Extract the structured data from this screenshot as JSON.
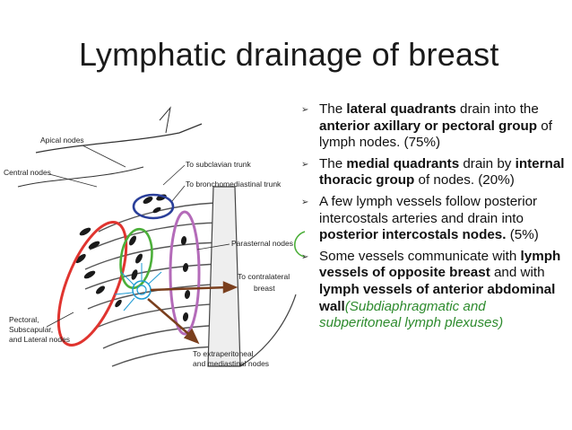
{
  "title": "Lymphatic drainage of breast",
  "colors": {
    "red": "#e0342f",
    "green": "#4caf3a",
    "blue": "#2a3f9a",
    "purple": "#b46bb9",
    "brown": "#7a3f1d",
    "green_text": "#2e8b2e"
  },
  "diagram": {
    "labels": {
      "apical": "Apical nodes",
      "central": "Central nodes",
      "subclavian": "To subclavian trunk",
      "bronchomediastinal": "To bronchomediastinal trunk",
      "parasternal": "Parasternal nodes",
      "contralateral_1": "To contralateral",
      "contralateral_2": "breast",
      "pectoral_1": "Pectoral,",
      "pectoral_2": "Subscapular,",
      "pectoral_3": "and Lateral nodes",
      "extraperitoneal_1": "To extraperitoneal",
      "extraperitoneal_2": "and mediastinal nodes"
    }
  },
  "bullet_marker": "➢",
  "bullets": [
    {
      "t1": "The ",
      "b1": "lateral quadrants",
      "t2": " drain into the ",
      "b2": "anterior axillary or pectoral group",
      "t3": " of lymph nodes. (75%)"
    },
    {
      "t1": "The ",
      "b1": "medial quadrants",
      "t2": " drain by ",
      "b2": "internal thoracic group",
      "t3": " of nodes. (20%)"
    },
    {
      "t1": "A few lymph vessels follow posterior intercostals arteries and drain into ",
      "b1": "posterior intercostals nodes.",
      "t2": " (5%)"
    },
    {
      "t1": "Some vessels communicate with ",
      "b1": "lymph vessels of opposite breast",
      "t2": " and with ",
      "b2": "lymph vessels of anterior abdominal wall",
      "g1": "(Subdiaphragmatic and subperitoneal lymph plexuses)"
    }
  ]
}
